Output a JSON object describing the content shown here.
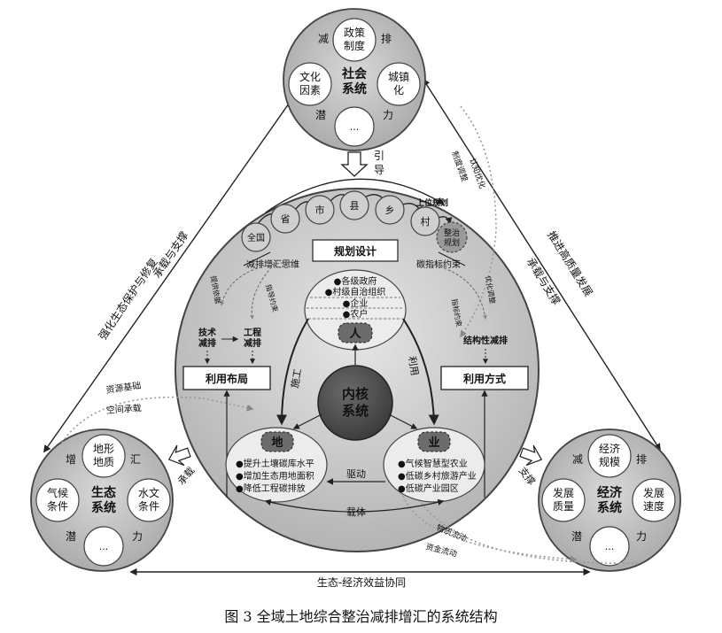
{
  "social": {
    "title_lines": [
      "社会",
      "系统"
    ],
    "corners": [
      "减",
      "排",
      "潜",
      "力"
    ],
    "nodes": [
      [
        "政策",
        "制度"
      ],
      [
        "文化",
        "因素"
      ],
      [
        "城镇",
        "化"
      ],
      [
        "..."
      ]
    ]
  },
  "ecology": {
    "title_lines": [
      "生态",
      "系统"
    ],
    "corners": [
      "增",
      "汇",
      "潜",
      "力"
    ],
    "nodes": [
      [
        "地形",
        "地质"
      ],
      [
        "气候",
        "条件"
      ],
      [
        "水文",
        "条件"
      ],
      [
        "..."
      ]
    ]
  },
  "economy": {
    "title_lines": [
      "经济",
      "系统"
    ],
    "corners": [
      "减",
      "排",
      "潜",
      "力"
    ],
    "nodes": [
      [
        "经济",
        "规模"
      ],
      [
        "发展",
        "质量"
      ],
      [
        "发展",
        "速度"
      ],
      [
        "..."
      ]
    ]
  },
  "core": {
    "title_lines": [
      "内核",
      "系统"
    ],
    "admin_levels": [
      "全国",
      "省",
      "市",
      "县",
      "乡",
      "村",
      "整治\n规划"
    ],
    "upper_planning": "上位规划",
    "plan_design": "规划设计",
    "left_concept": "减排增汇思维",
    "right_constraint": "碳指标约束",
    "actors": [
      "●各级政府",
      "●村级自治组织",
      "●企业",
      "●农户"
    ],
    "ren": "人",
    "di": "地",
    "ye": "业",
    "di_items": [
      "●提升土壤碳库水平",
      "●增加生态用地面积",
      "●降低工程碳排放"
    ],
    "ye_items": [
      "●气候智慧型农业",
      "●低碳乡村旅游产业",
      "●低碳产业园区"
    ],
    "tech": [
      "技术",
      "减排"
    ],
    "eng": [
      "工程",
      "减排"
    ],
    "struct": "结构性减排",
    "land_layout": "利用布局",
    "use_mode": "利用方式",
    "shigong": "施工",
    "liyong": "利用",
    "qudong": "驱动",
    "zaiti": "载体",
    "small_left_1": "提供依据",
    "small_left_2": "指导约束",
    "small_right_1": "指标约束",
    "small_right_2": "优化调整"
  },
  "links": {
    "left_side": "强化生态保护与修复",
    "left_side2": "承载与支撑",
    "right_side": "推进高质量发展",
    "right_side2": "承载与支撑",
    "bottom": "生态-经济效益协同",
    "guide": [
      "引",
      "导"
    ],
    "chengzai": "承载",
    "zhicheng": "支撑",
    "resource_base": "资源基础",
    "space_carry": "空间承载",
    "top_right_1": "认知优化",
    "top_right_2": "制度调整",
    "material_flow": "物质流动",
    "capital_flow": "资金流动"
  },
  "caption": "图 3  全域土地综合整治减排增汇的系统结构"
}
